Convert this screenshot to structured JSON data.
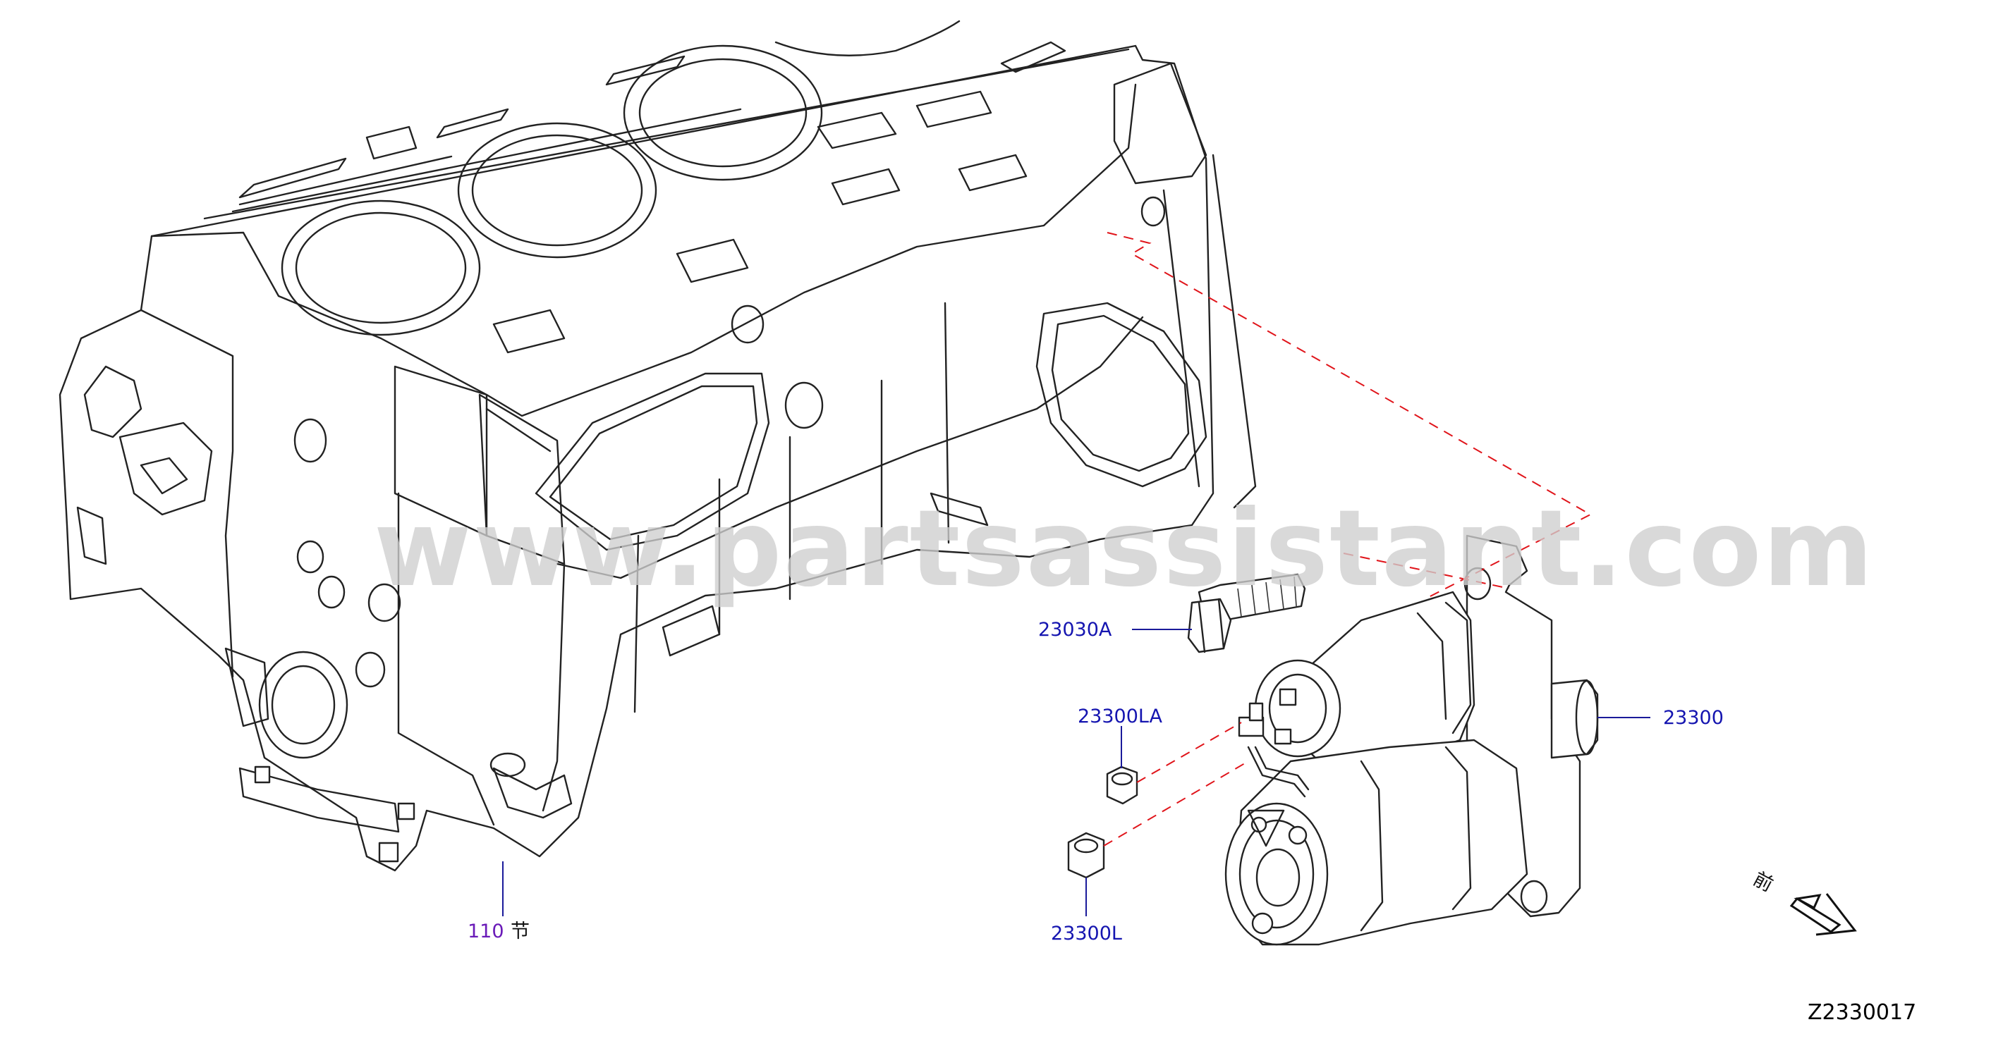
{
  "diagram": {
    "parts": [
      {
        "id": "block",
        "label": "110",
        "suffix": "节"
      },
      {
        "id": "bolt",
        "label": "23030A"
      },
      {
        "id": "nut_upper",
        "label": "23300LA"
      },
      {
        "id": "nut_lower",
        "label": "23300L"
      },
      {
        "id": "starter",
        "label": "23300"
      }
    ],
    "front_marker": "前",
    "watermark": "www.partsassistant.com",
    "diagram_code": "Z2330017",
    "colors": {
      "label": "#1515b0",
      "dashed_leader": "#e0141a",
      "watermark": "#cfcfcf"
    }
  }
}
